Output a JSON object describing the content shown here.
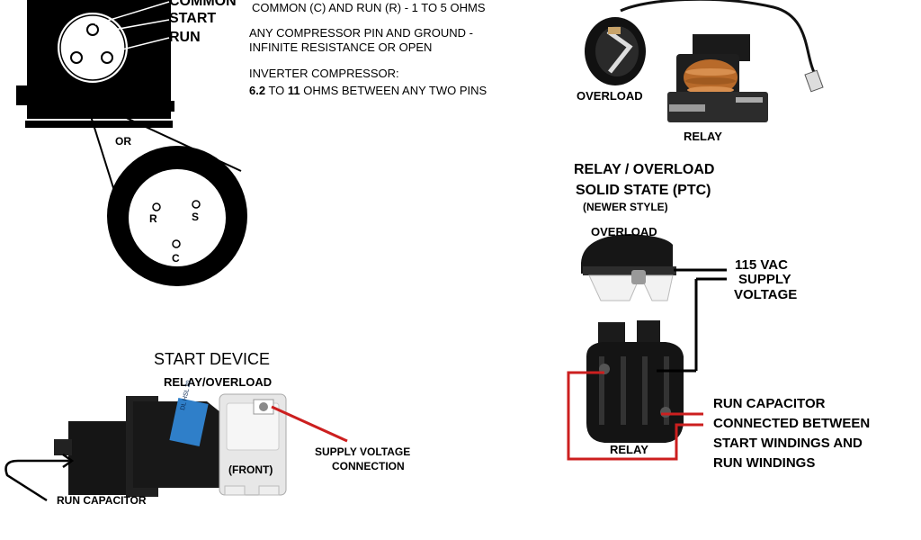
{
  "compressor": {
    "pin_labels": {
      "common": "COMMON",
      "start": "START",
      "run": "RUN"
    },
    "or_label": "OR",
    "round_pins": {
      "r": "R",
      "s": "S",
      "c": "C"
    }
  },
  "specs": {
    "line1": "COMMON (C) AND RUN (R) - 1 TO 5 OHMS",
    "line2a": "ANY COMPRESSOR PIN AND GROUND -",
    "line2b": "INFINITE RESISTANCE OR OPEN",
    "line3a": "INVERTER COMPRESSOR:",
    "line3b_pre": "6.2",
    "line3b_mid": " TO ",
    "line3b_num": "11",
    "line3b_post": " OHMS BETWEEN ANY TWO PINS"
  },
  "start_device": {
    "title": "START DEVICE",
    "subtitle": "RELAY/OVERLOAD",
    "front_label": "(FRONT)",
    "supply_label_1": "SUPPLY VOLTAGE",
    "supply_label_2": "CONNECTION",
    "run_capacitor": "RUN CAPACITOR",
    "sticker_text": "DL HSL 20"
  },
  "top_right": {
    "overload": "OVERLOAD",
    "relay": "RELAY"
  },
  "ptc": {
    "title_1": "RELAY / OVERLOAD",
    "title_2": "SOLID STATE (PTC)",
    "title_3": "(NEWER STYLE)",
    "overload": "OVERLOAD",
    "supply_1": "115 VAC",
    "supply_2": "SUPPLY",
    "supply_3": "VOLTAGE",
    "relay": "RELAY",
    "run_cap_1": "RUN CAPACITOR",
    "run_cap_2": "CONNECTED BETWEEN",
    "run_cap_3": "START WINDINGS AND",
    "run_cap_4": "RUN WINDINGS"
  },
  "colors": {
    "red_wire": "#cc1f1f",
    "black": "#000000",
    "coil": "#b86a2a",
    "sticker": "#2f7fc9"
  }
}
